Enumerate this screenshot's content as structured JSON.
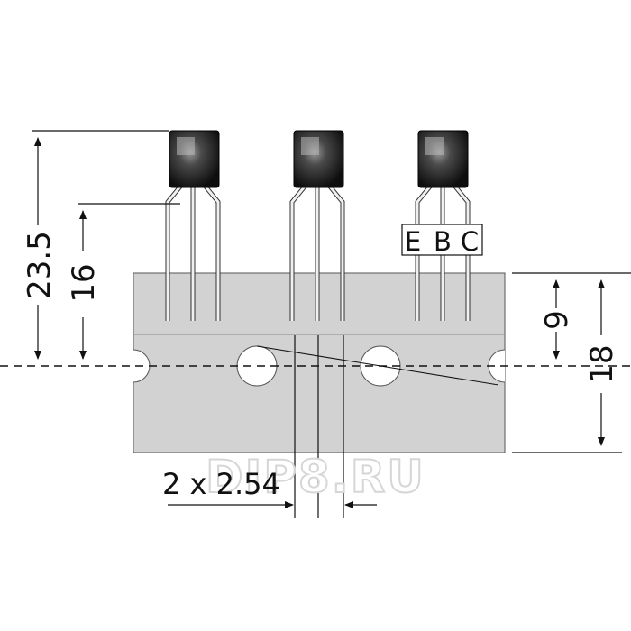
{
  "dimensions": {
    "total_height": "23.5",
    "lead_length": "16",
    "hole_to_lead_top": "9",
    "tape_width": "18",
    "pitch": "2 x 2.54"
  },
  "pin_labels": [
    "E",
    "B",
    "C"
  ],
  "watermark": "DIP8.RU",
  "colors": {
    "tape": "#d2d2d2",
    "body": "#2a2a2a",
    "lead": "#f0f0f0",
    "line": "#111111"
  }
}
